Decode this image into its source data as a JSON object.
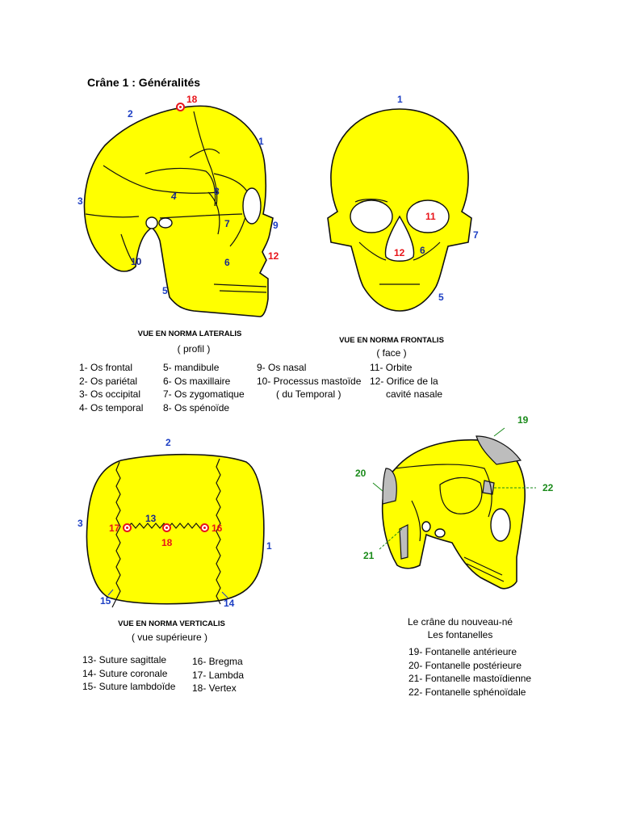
{
  "title": "Crâne 1 : Généralités",
  "lateral": {
    "view_title": "VUE EN NORMA LATERALIS",
    "view_sub": "( profil )",
    "numbers": [
      "18",
      "2",
      "1",
      "3",
      "4",
      "8",
      "7",
      "9",
      "12",
      "10",
      "6",
      "5"
    ]
  },
  "frontal": {
    "view_title": "VUE EN NORMA FRONTALIS",
    "view_sub": "( face )",
    "numbers": [
      "1",
      "11",
      "7",
      "12",
      "6",
      "5"
    ]
  },
  "legend_top": {
    "col1": [
      "1- Os frontal",
      "2- Os pariétal",
      "3- Os occipital",
      "4- Os temporal"
    ],
    "col2": [
      "5- mandibule",
      "6- Os maxillaire",
      "7- Os zygomatique",
      "8- Os spénoïde"
    ],
    "col3": [
      "9- Os nasal",
      "10- Processus mastoïde",
      "( du Temporal )"
    ],
    "col4": [
      "11- Orbite",
      "12- Orifice de la",
      "cavité nasale"
    ]
  },
  "vertical": {
    "view_title": "VUE EN NORMA VERTICALIS",
    "view_sub": "( vue supérieure )",
    "numbers": [
      "2",
      "3",
      "13",
      "17",
      "16",
      "18",
      "1",
      "15",
      "14"
    ]
  },
  "legend_bottom": {
    "col1": [
      "13- Suture sagittale",
      "14- Suture coronale",
      "15- Suture lambdoïde"
    ],
    "col2": [
      "16- Bregma",
      "17- Lambda",
      "18- Vertex"
    ]
  },
  "newborn": {
    "caption1": "Le crâne du nouveau-né",
    "caption2": "Les fontanelles",
    "numbers": [
      "19",
      "20",
      "22",
      "21"
    ],
    "legend": [
      "19- Fontanelle antérieure",
      "20- Fontanelle postérieure",
      "21- Fontanelle mastoïdienne",
      "22- Fontanelle sphénoïdale"
    ]
  },
  "colors": {
    "bone": "#ffff00",
    "blue": "#1d3fc4",
    "red": "#e8141a",
    "green": "#1a8a1a",
    "fontanelle": "#bdbdbd"
  }
}
